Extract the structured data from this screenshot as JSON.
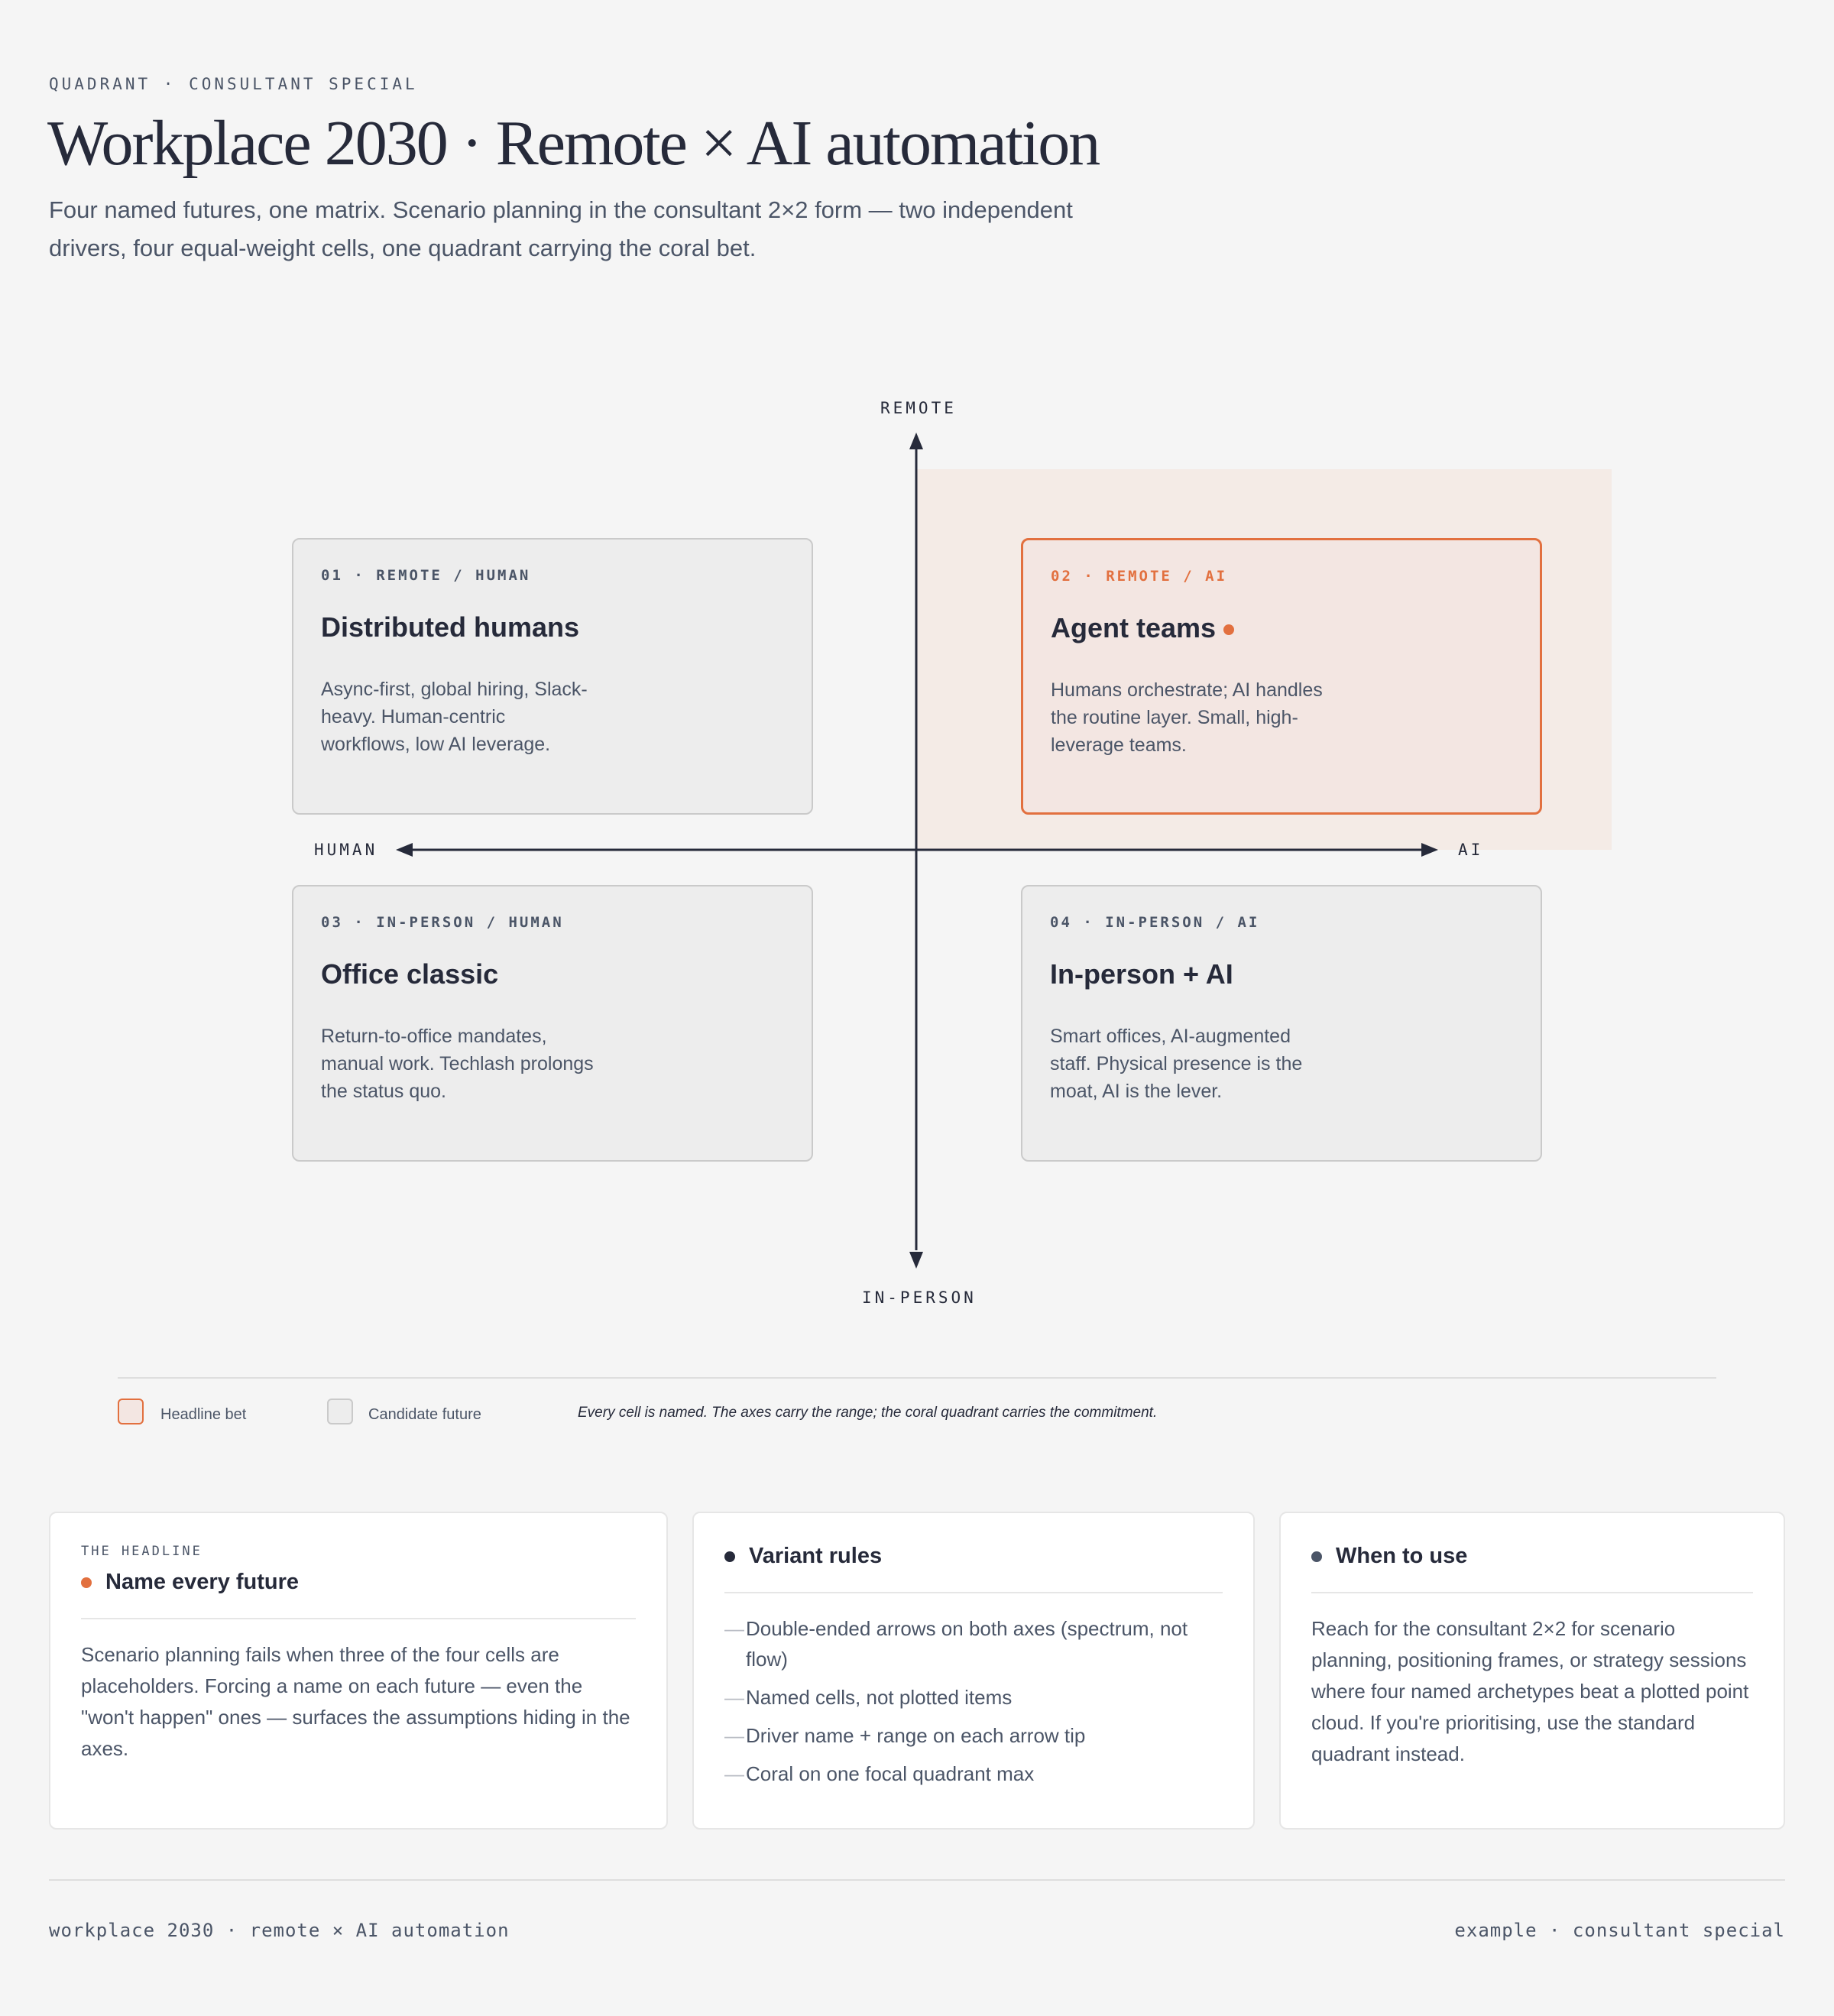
{
  "header": {
    "eyebrow": "QUADRANT · CONSULTANT SPECIAL",
    "title": "Workplace 2030 · Remote × AI automation",
    "subtitle": "Four named futures, one matrix. Scenario planning in the consultant 2×2 form — two independent drivers, four equal-weight cells, one quadrant carrying the coral bet."
  },
  "colors": {
    "accent": "#e2703f",
    "ink": "#262a3a",
    "muted": "#4b5567",
    "bet_fill": "#f3e6e2",
    "candidate_fill": "#ededed",
    "background": "#f5f5f5"
  },
  "axes": {
    "top": "REMOTE",
    "bottom": "IN-PERSON",
    "left": "HUMAN",
    "right": "AI"
  },
  "cells": [
    {
      "tag": "01 · REMOTE / HUMAN",
      "name": "Distributed humans",
      "description": "Async-first, global hiring, Slack-heavy. Human-centric workflows, low AI leverage.",
      "headline_bet": false
    },
    {
      "tag": "02 · REMOTE / AI",
      "name": "Agent teams",
      "description": "Humans orchestrate; AI handles the routine layer. Small, high-leverage teams.",
      "headline_bet": true
    },
    {
      "tag": "03 · IN-PERSON / HUMAN",
      "name": "Office classic",
      "description": "Return-to-office mandates, manual work. Techlash prolongs the status quo.",
      "headline_bet": false
    },
    {
      "tag": "04 · IN-PERSON / AI",
      "name": "In-person + AI",
      "description": "Smart offices, AI-augmented staff. Physical presence is the moat, AI is the lever.",
      "headline_bet": false
    }
  ],
  "legend": {
    "bet": "Headline bet",
    "candidate": "Candidate future",
    "note": "Every cell is named. The axes carry the range; the coral quadrant carries the commitment."
  },
  "cards": {
    "headline": {
      "eyebrow": "THE HEADLINE",
      "title": "Name every future",
      "body": "Scenario planning fails when three of the four cells are placeholders. Forcing a name on each future — even the \"won't happen\" ones — surfaces the assumptions hiding in the axes."
    },
    "rules": {
      "title": "Variant rules",
      "items": [
        "Double-ended arrows on both axes (spectrum, not flow)",
        "Named cells, not plotted items",
        "Driver name + range on each arrow tip",
        "Coral on one focal quadrant max"
      ]
    },
    "usage": {
      "title": "When to use",
      "body": "Reach for the consultant 2×2 for scenario planning, positioning frames, or strategy sessions where four named archetypes beat a plotted point cloud. If you're prioritising, use the standard quadrant instead."
    }
  },
  "footer": {
    "left": "workplace 2030 · remote × AI automation",
    "right": "example · consultant special"
  }
}
